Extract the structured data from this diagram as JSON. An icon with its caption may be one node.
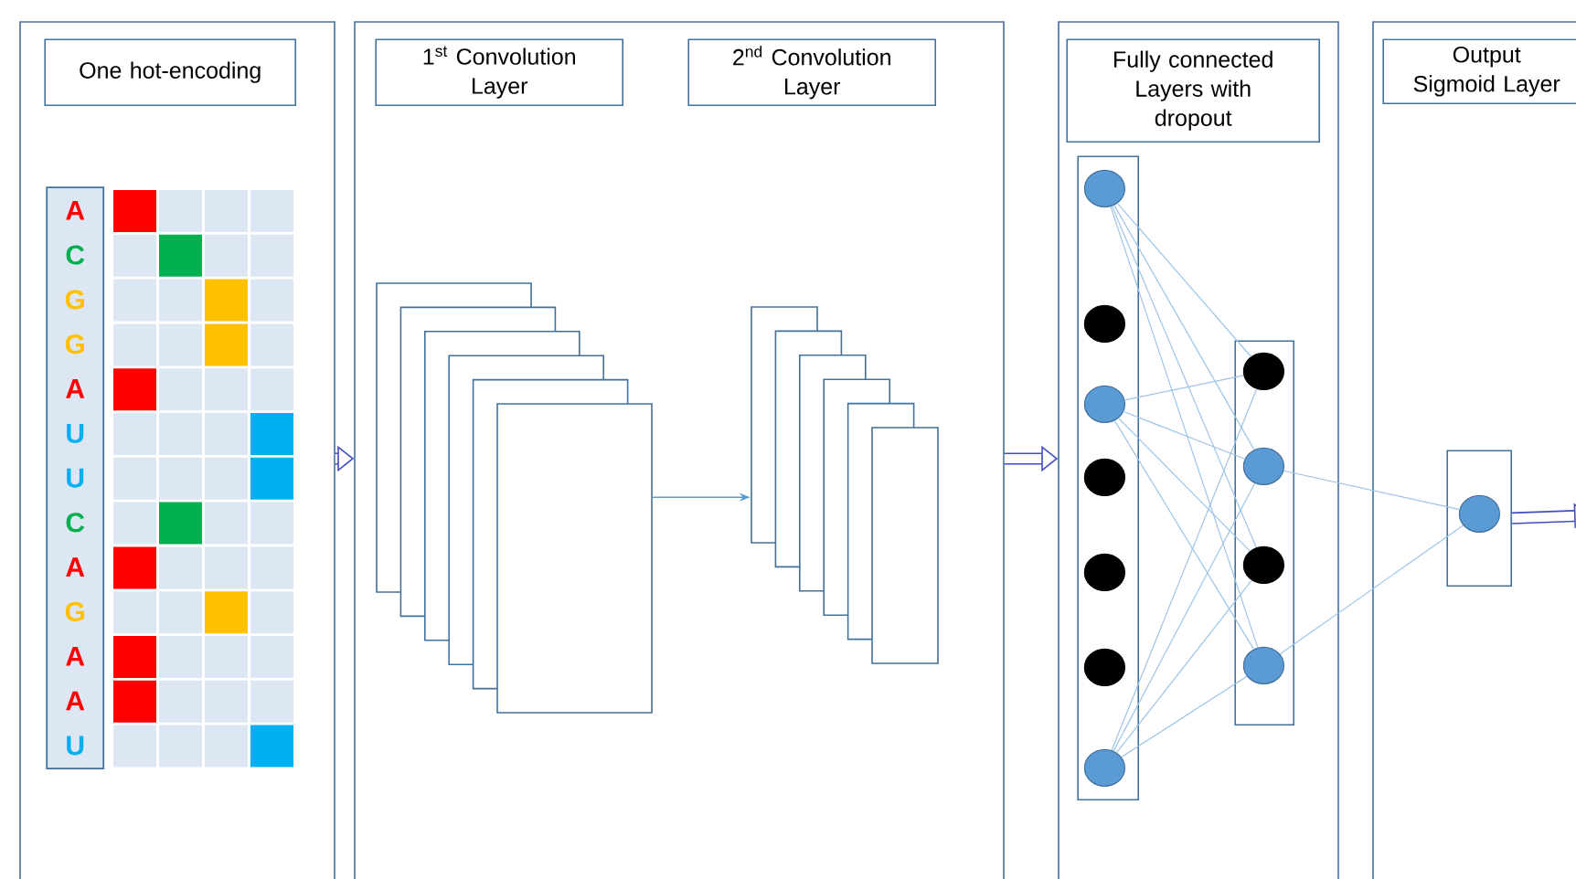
{
  "diagram": {
    "nodes": [
      {
        "text": [],
        "shape": "box"
      },
      {
        "text": [
          "One hot-encoding"
        ],
        "in": 0
      },
      {
        "text": [
          "A",
          "C",
          "G",
          "G",
          "A",
          "U",
          "U",
          "C",
          "A",
          "G",
          "A",
          "A",
          "U"
        ],
        "in": 0
      },
      {
        "text": [],
        "shape": "box"
      },
      {
        "text": [
          "1$^{st}$ Convolution Layer"
        ],
        "in": 3
      },
      {
        "text": [
          "2$^{nd}$ Convolution Layer"
        ],
        "in": 3
      },
      {
        "text": [],
        "shape": "box",
        "in": 3
      },
      {
        "text": [],
        "shape": "box",
        "in": 3
      },
      {
        "text": [],
        "shape": "box"
      },
      {
        "text": [
          "Fully connected Layers with dropout"
        ],
        "in": 8
      },
      {
        "text": [],
        "shape": "box",
        "in": 8
      },
      {
        "text": [],
        "shape": "circle",
        "in": 10
      },
      {
        "text": [],
        "shape": "circle",
        "in": 10
      },
      {
        "text": [],
        "shape": "circle",
        "in": 10
      },
      {
        "text": [],
        "shape": "circle",
        "in": 10
      },
      {
        "text": [],
        "shape": "circle",
        "in": 10
      },
      {
        "text": [],
        "shape": "circle",
        "in": 10
      },
      {
        "text": [],
        "shape": "circle",
        "in": 10
      },
      {
        "text": [],
        "shape": "box",
        "in": 8
      },
      {
        "text": [],
        "shape": "circle",
        "in": 18
      },
      {
        "text": [],
        "shape": "circle",
        "in": 18
      },
      {
        "text": [],
        "shape": "circle",
        "in": 18
      },
      {
        "text": [],
        "shape": "circle",
        "in": 18
      },
      {
        "text": [],
        "shape": "box"
      },
      {
        "text": [
          "Output Sigmoid Layer"
        ],
        "in": 23
      },
      {
        "text": [],
        "shape": "box",
        "in": 23
      },
      {
        "text": [],
        "shape": "circle",
        "in": 25
      }
    ],
    "edges": [
      {
        "from": 0,
        "to": 3,
        "arrow": "to",
        "style": "thick",
        "color": "#41719c"
      },
      {
        "from": 6,
        "to": 7,
        "arrow": "to"
      },
      {
        "from": 3,
        "to": 8,
        "arrow": "to",
        "style": "thick",
        "color": "#41719c"
      },
      {
        "from": 25,
        "to": null,
        "arrow": "to",
        "style": "thick",
        "color": "#41719c"
      },
      {
        "from": 11,
        "to": 19,
        "arrow": "none"
      },
      {
        "from": 11,
        "to": 20,
        "arrow": "none"
      },
      {
        "from": 11,
        "to": 21,
        "arrow": "none"
      },
      {
        "from": 11,
        "to": 22,
        "arrow": "none"
      },
      {
        "from": 13,
        "to": 19,
        "arrow": "none"
      },
      {
        "from": 13,
        "to": 20,
        "arrow": "none"
      },
      {
        "from": 13,
        "to": 21,
        "arrow": "none"
      },
      {
        "from": 13,
        "to": 22,
        "arrow": "none"
      },
      {
        "from": 17,
        "to": 19,
        "arrow": "none"
      },
      {
        "from": 17,
        "to": 20,
        "arrow": "none"
      },
      {
        "from": 17,
        "to": 21,
        "arrow": "none"
      },
      {
        "from": 17,
        "to": 22,
        "arrow": "none"
      },
      {
        "from": 20,
        "to": 26,
        "arrow": "none"
      },
      {
        "from": 22,
        "to": 26,
        "arrow": "none"
      }
    ]
  }
}
